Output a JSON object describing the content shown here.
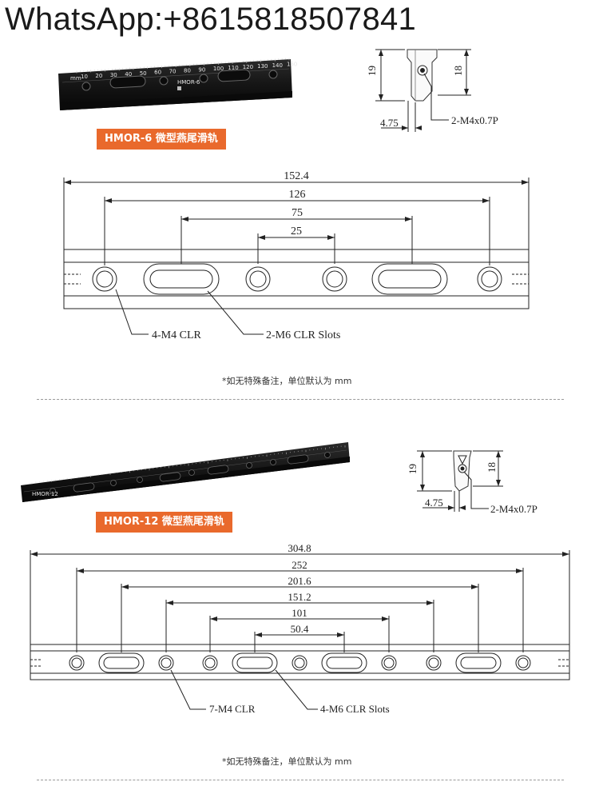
{
  "header": {
    "contact": "WhatsApp:+8615818507841"
  },
  "colors": {
    "accent": "#e9692c",
    "rail": "#1b1b1b",
    "line": "#222222"
  },
  "sections": [
    {
      "product_tag": "HMOR-6 微型燕尾滑轨",
      "photo": {
        "model_label": "HMOR-6",
        "scale_unit": "mm",
        "scale_numbers": [
          "10",
          "20",
          "30",
          "40",
          "50",
          "60",
          "70",
          "80",
          "90",
          "100",
          "110",
          "120",
          "130",
          "140",
          "150"
        ]
      },
      "profile": {
        "height_left": "19",
        "height_right": "18",
        "offset": "4.75",
        "thread": "2-M4x0.7P"
      },
      "dimensions": [
        "152.4",
        "126",
        "75",
        "25"
      ],
      "callouts": {
        "holes": "4-M4 CLR",
        "slots": "2-M6 CLR Slots"
      },
      "note": "*如无特殊备注，单位默认为 mm"
    },
    {
      "product_tag": "HMOR-12 微型燕尾滑轨",
      "photo": {
        "model_label": "HMOR-12"
      },
      "profile": {
        "height_left": "19",
        "height_right": "18",
        "offset": "4.75",
        "thread": "2-M4x0.7P"
      },
      "dimensions": [
        "304.8",
        "252",
        "201.6",
        "151.2",
        "101",
        "50.4"
      ],
      "callouts": {
        "holes": "7-M4 CLR",
        "slots": "4-M6 CLR Slots"
      },
      "note": "*如无特殊备注，单位默认为 mm"
    }
  ]
}
